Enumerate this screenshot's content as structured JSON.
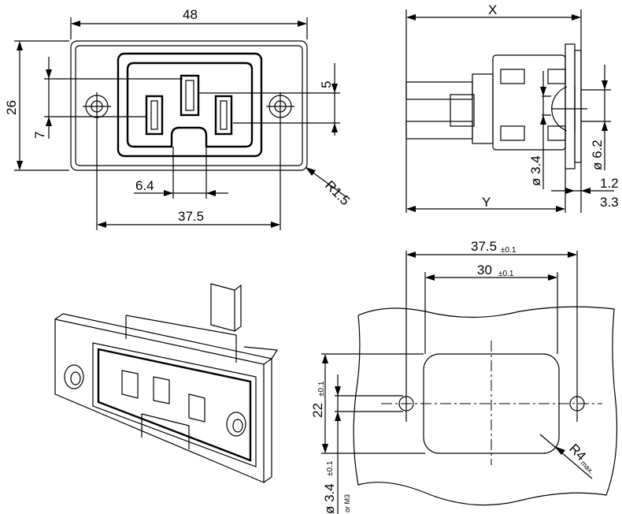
{
  "front_view": {
    "width_label": "48",
    "height_label": "26",
    "pin_offset_label": "7",
    "top_offset_label": "5",
    "pin_spacing_label": "6.4",
    "hole_spacing_label": "37.5",
    "corner_radius_label": "R1.5"
  },
  "side_view": {
    "overall_length_label": "X",
    "body_length_label": "Y",
    "hole_dia_label": "ø 3.4",
    "head_dia_label": "ø 6.2",
    "flange_thickness_label": "1.2",
    "flange_total_label": "3.3"
  },
  "panel_cutout": {
    "hole_spacing_label": "37.5",
    "hole_spacing_tol": "±0.1",
    "cutout_width_label": "30",
    "cutout_width_tol": "±0.1",
    "cutout_height_label": "22",
    "cutout_height_tol": "±0.1",
    "hole_dia_label": "ø 3.4",
    "hole_dia_tol": "±0.1",
    "hole_alt_label": "or M3",
    "corner_radius_label": "R4",
    "corner_radius_note": "max."
  }
}
